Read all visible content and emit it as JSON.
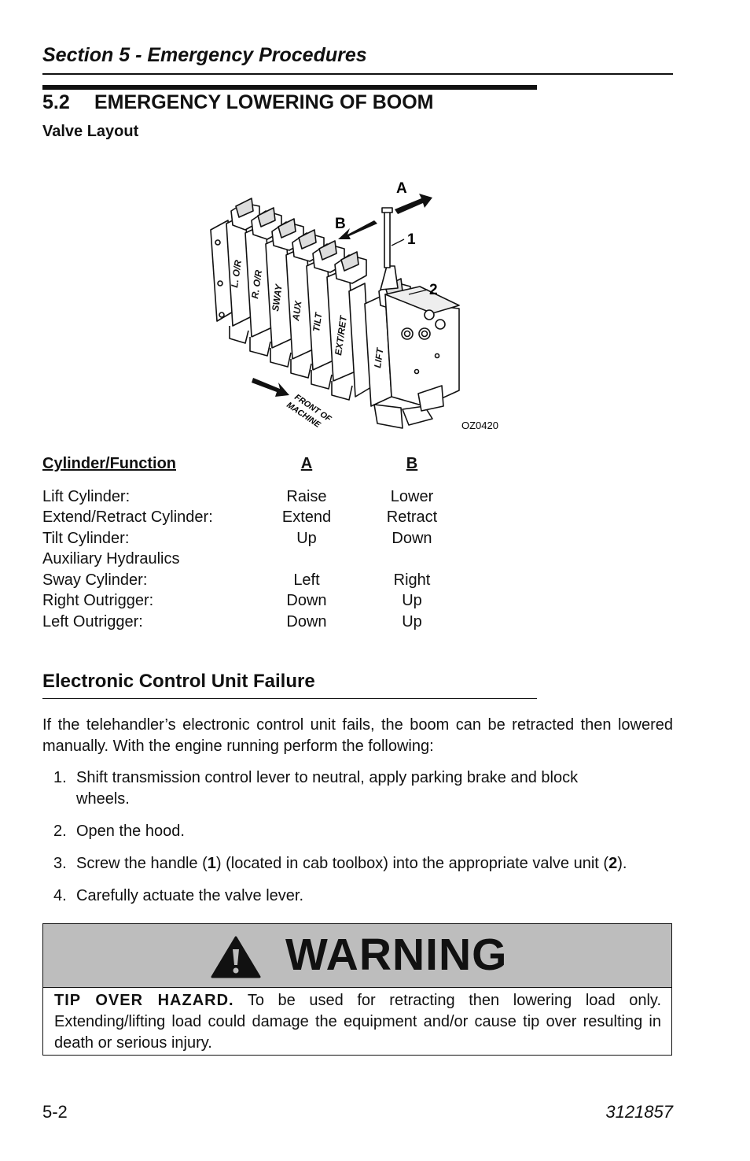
{
  "header": {
    "section_title": "Section 5 - Emergency Procedures"
  },
  "section": {
    "number": "5.2",
    "title": "EMERGENCY LOWERING OF BOOM",
    "subtitle": "Valve Layout"
  },
  "figure": {
    "label_a": "A",
    "label_b": "B",
    "label_1": "1",
    "label_2": "2",
    "valves": [
      "L. O/R",
      "R. O/R",
      "SWAY",
      "AUX",
      "TILT",
      "EXT/RET",
      "LIFT"
    ],
    "front_label_1": "FRONT OF",
    "front_label_2": "MACHINE",
    "code": "OZ0420"
  },
  "table": {
    "headers": [
      "Cylinder/Function",
      "A",
      "B"
    ],
    "rows": [
      {
        "name": "Lift Cylinder:",
        "a": "Raise",
        "b": "Lower"
      },
      {
        "name": "Extend/Retract Cylinder:",
        "a": "Extend",
        "b": "Retract"
      },
      {
        "name": "Tilt Cylinder:",
        "a": "Up",
        "b": "Down"
      },
      {
        "name": "Auxiliary Hydraulics",
        "a": "",
        "b": ""
      },
      {
        "name": "Sway Cylinder:",
        "a": "Left",
        "b": "Right"
      },
      {
        "name": "Right Outrigger:",
        "a": "Down",
        "b": "Up"
      },
      {
        "name": "Left Outrigger:",
        "a": "Down",
        "b": "Up"
      }
    ]
  },
  "ecu": {
    "heading": "Electronic Control Unit Failure",
    "intro": "If the telehandler’s electronic control unit fails, the boom can be retracted then lowered manually. With the engine running perform the following:",
    "steps": [
      {
        "num": "1.",
        "line1": "Shift transmission control lever to neutral, apply parking brake and block",
        "line2": "wheels."
      },
      {
        "num": "2.",
        "text": "Open the hood."
      },
      {
        "num": "3.",
        "pre": "Screw the handle (",
        "b1": "1",
        "mid": ") (located in cab toolbox) into the appropriate valve unit (",
        "b2": "2",
        "post": ")."
      },
      {
        "num": "4.",
        "text": "Carefully actuate the valve lever."
      }
    ]
  },
  "warning": {
    "title": "WARNING",
    "bold_lead": "TIP OVER HAZARD.",
    "text": " To be used for retracting then lowering load only. Extending/lifting load could damage the equipment and/or cause tip over resulting in death or serious injury."
  },
  "footer": {
    "page": "5-2",
    "doc_number": "3121857"
  }
}
